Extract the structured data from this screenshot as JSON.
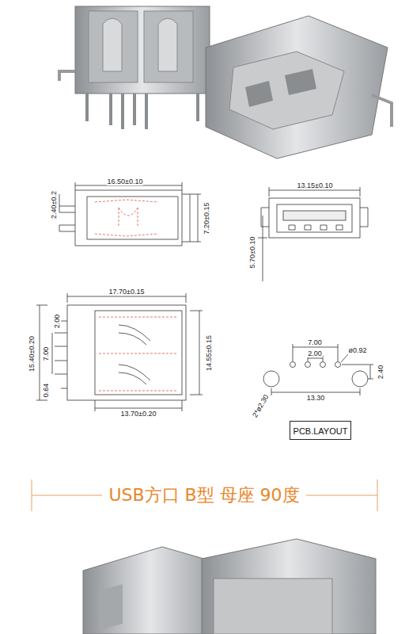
{
  "diagram": {
    "title": "USB方口 B型 母座 90度",
    "nodes": [
      {
        "text": [
          "PCB.LAYOUT"
        ]
      }
    ],
    "labels": [
      "16.50±0.10",
      "2.40±0.2",
      "7.20±0.15",
      "13.15±0.10",
      "5.70±0.10",
      "17.70±0.15",
      "2.00",
      "7.00",
      "15.40±0.20",
      "0.64",
      "14.55±0.15",
      "13.70±0.20",
      "7.00",
      "2.00",
      "ø0.92",
      "13.30",
      "2*ø2.30",
      "2.40"
    ]
  }
}
